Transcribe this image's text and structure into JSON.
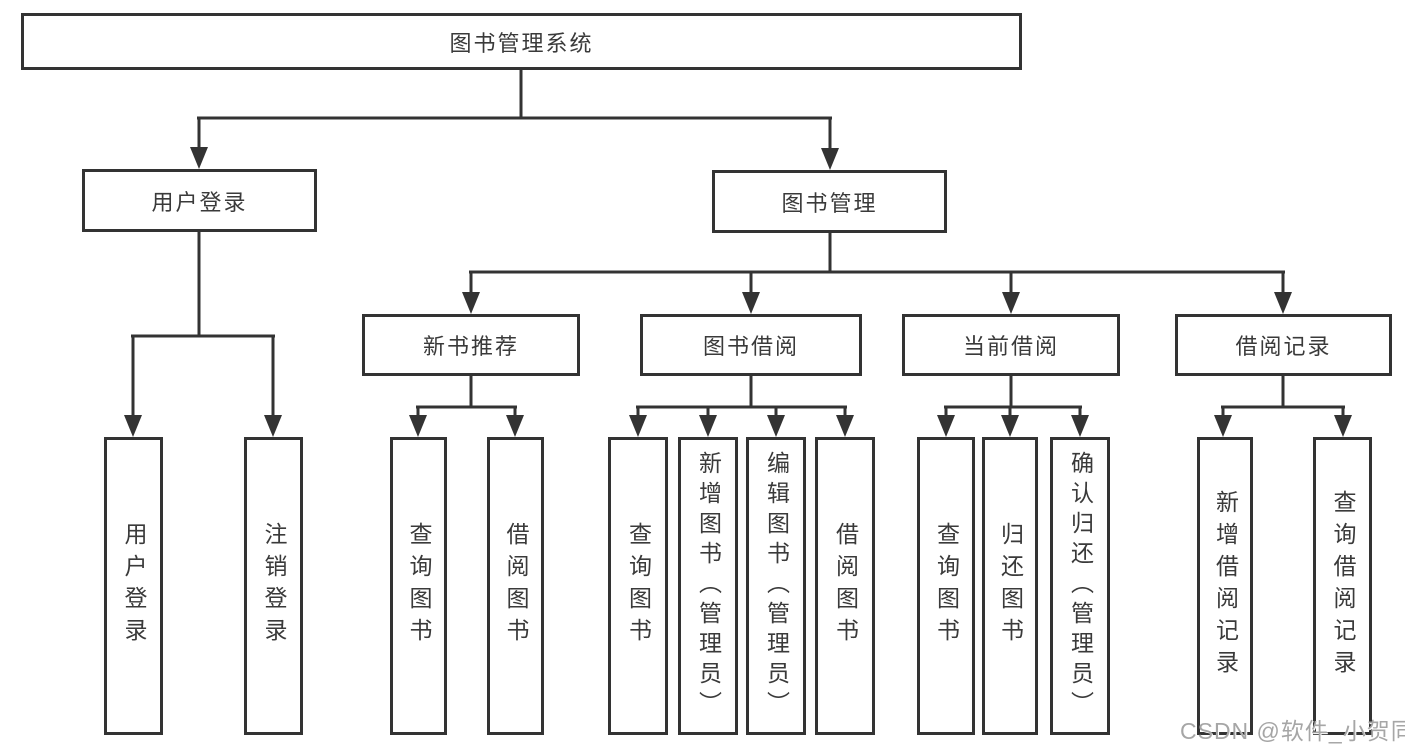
{
  "watermark": "CSDN @软件_小贺同学",
  "colors": {
    "line": "#333333",
    "box_border": "#333333",
    "box_bg": "#ffffff",
    "text": "#3a3a3a",
    "watermark": "#a6a6a6"
  },
  "nodes": {
    "root": "图书管理系统",
    "user_login": {
      "label": "用户登录",
      "children": [
        "用户登录",
        "注销登录"
      ]
    },
    "book_mgmt": {
      "label": "图书管理",
      "children": [
        {
          "label": "新书推荐",
          "children": [
            "查询图书",
            "借阅图书"
          ]
        },
        {
          "label": "图书借阅",
          "children": [
            "查询图书",
            "新增图书（管理员）",
            "编辑图书（管理员）",
            "借阅图书"
          ]
        },
        {
          "label": "当前借阅",
          "children": [
            "查询图书",
            "归还图书",
            "确认归还（管理员）"
          ]
        },
        {
          "label": "借阅记录",
          "children": [
            "新增借阅记录",
            "查询借阅记录"
          ]
        }
      ]
    }
  }
}
